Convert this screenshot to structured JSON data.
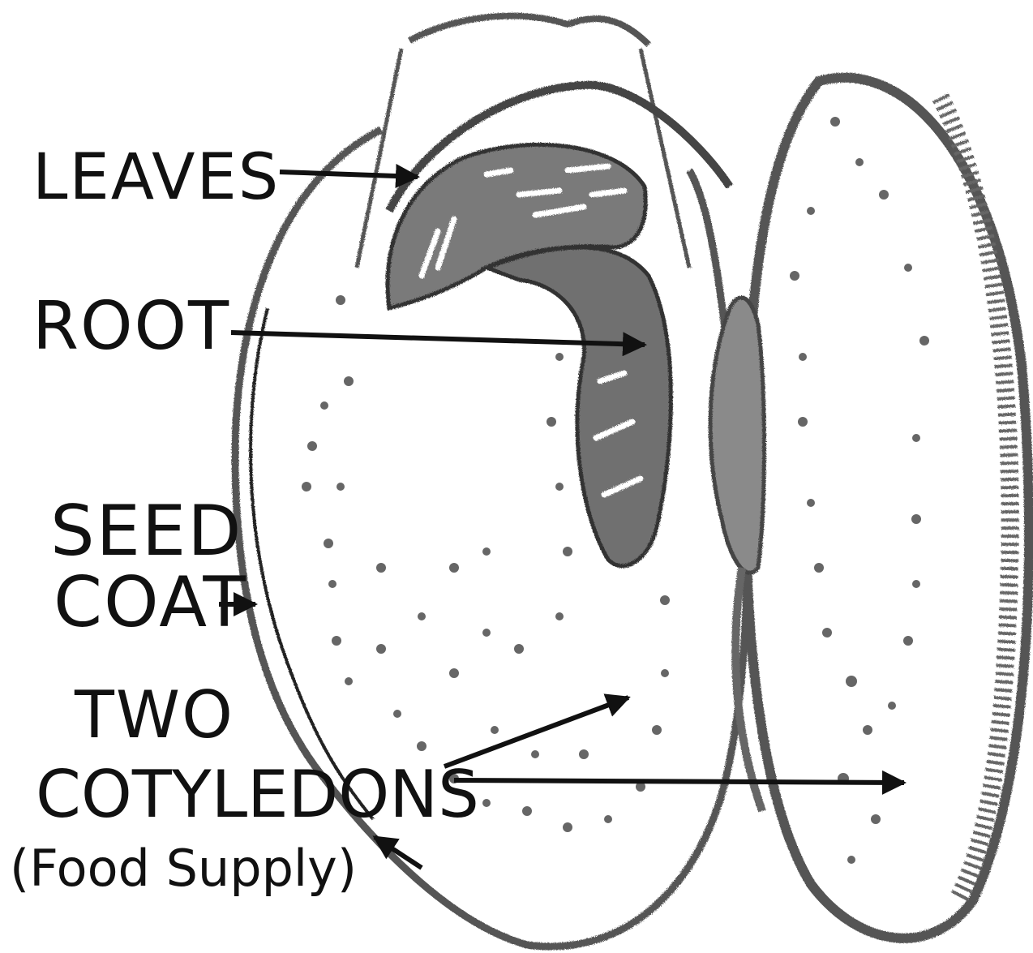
{
  "diagram": {
    "labels": {
      "leaves": "LEAVES",
      "root": "ROOT",
      "seed_coat_line1": "SEED",
      "seed_coat_line2": "COAT",
      "cotyledons_line1": "TWO",
      "cotyledons_line2": "COTYLEDONS",
      "cotyledons_note": "(Food Supply)"
    },
    "colors": {
      "ink": "#111111",
      "pencil": "#555555",
      "shading": "#6f6f6f",
      "paper": "#ffffff"
    }
  }
}
